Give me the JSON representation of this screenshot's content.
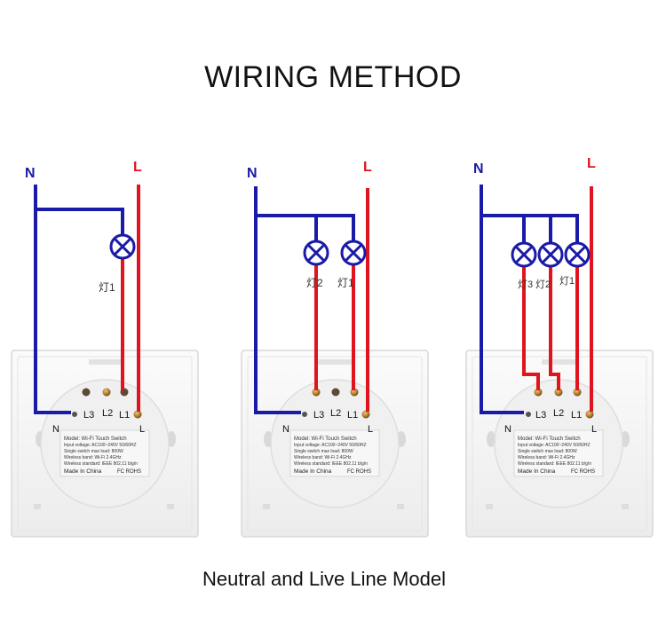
{
  "title": "WIRING METHOD",
  "caption": "Neutral and Live Line Model",
  "colors": {
    "neutral": "#1a1aa8",
    "live": "#e0141e",
    "plate": "#f6f6f6"
  },
  "wire_labels": {
    "neutral": "N",
    "live": "L"
  },
  "terminal_labels": [
    "L3",
    "L2",
    "L1"
  ],
  "bottom_labels": {
    "neutral": "N",
    "live": "L"
  },
  "lamp_labels": {
    "lamp1": "灯1",
    "lamp2": "灯2",
    "lamp3": "灯3"
  },
  "panel_text": {
    "model": "Model:   Wi-Fi Touch Switch",
    "voltage": "Input voltage:   AC100~240V  50/60HZ",
    "load": "Single switch max load:   800W",
    "wireless": "Wireless band:   Wi-Fi 2.4GHz",
    "standard": "Wireless standard:   IEEE 802.11 b/g/n",
    "made": "Made In China",
    "cert": "FC  ROHS"
  },
  "icons": [
    "lamp-icon",
    "terminal-screw-icon"
  ]
}
